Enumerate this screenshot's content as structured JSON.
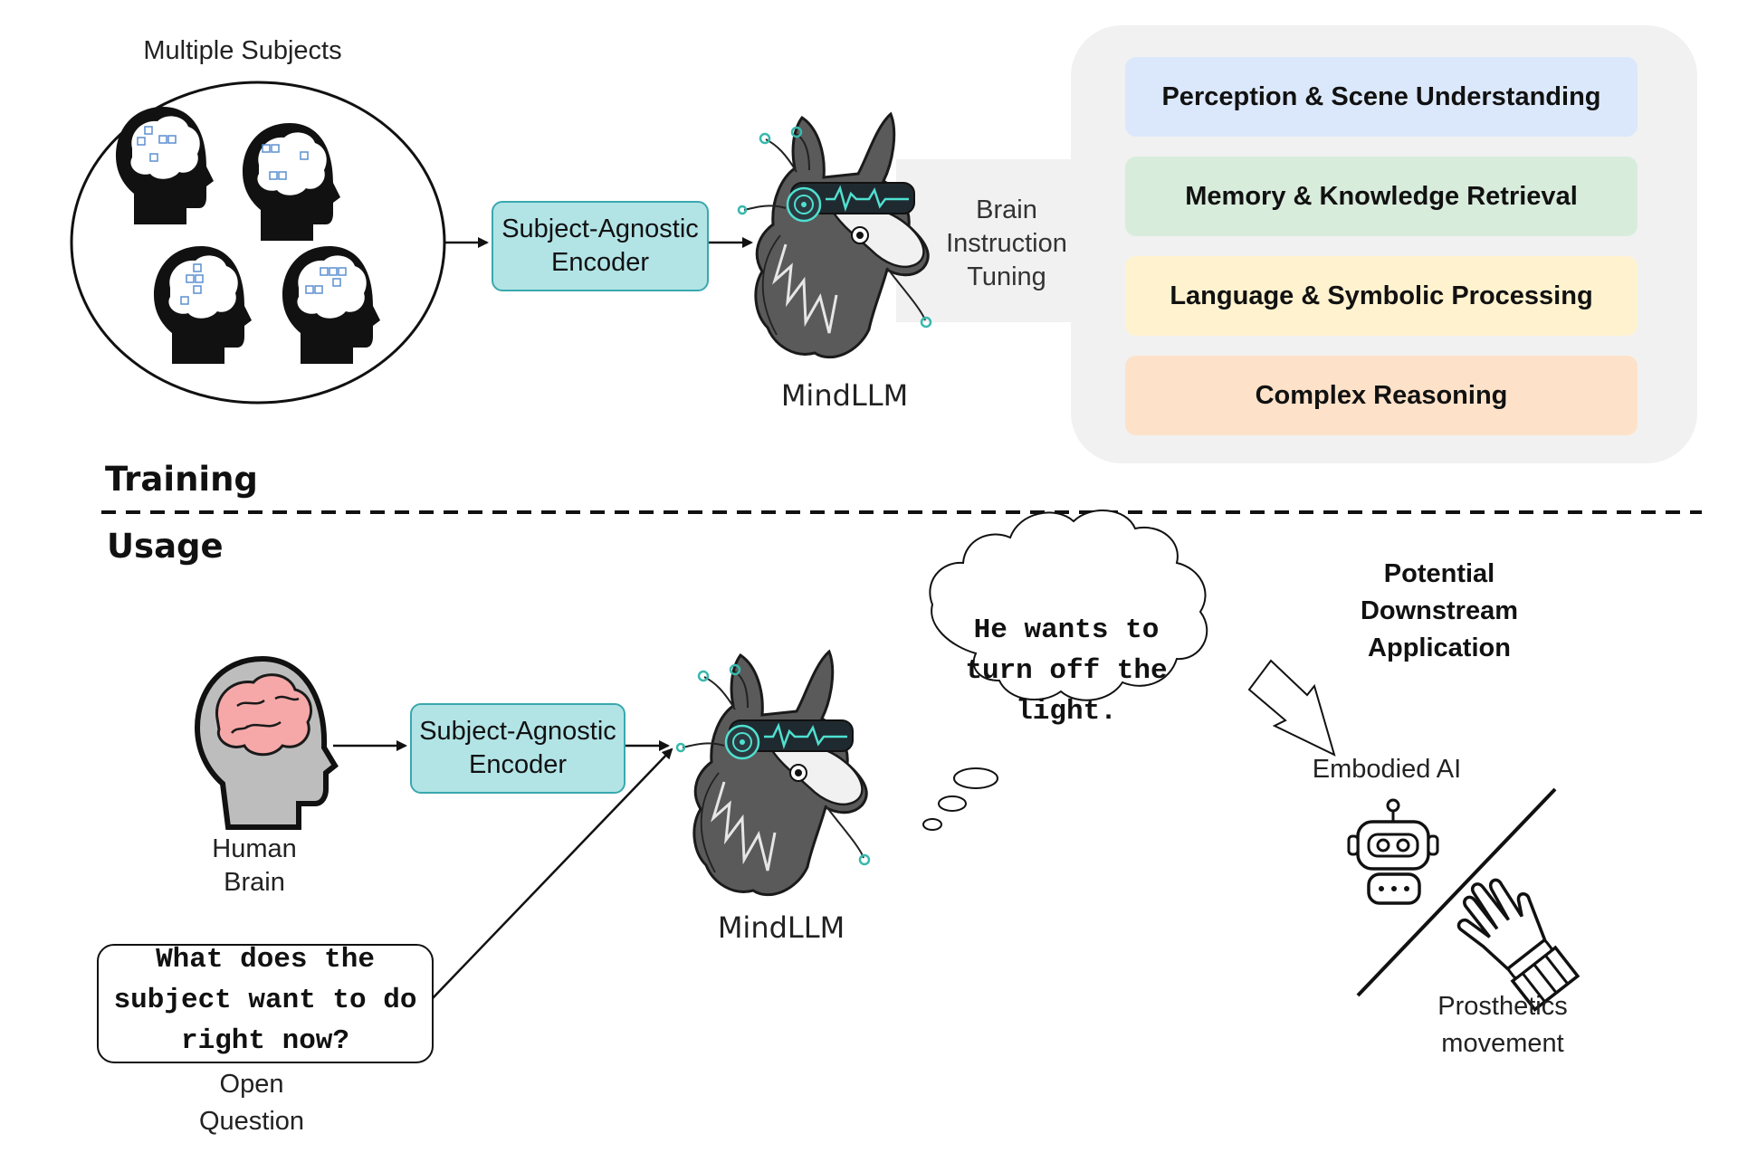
{
  "training": {
    "section_label": "Training",
    "subjects_label": "Multiple Subjects",
    "encoder_label": "Subject-Agnostic Encoder",
    "model_label": "MindLLM",
    "tuning_label": "Brain Instruction Tuning",
    "tasks": [
      {
        "label": "Perception & Scene Understanding",
        "color": "#dbe8fb"
      },
      {
        "label": "Memory & Knowledge Retrieval",
        "color": "#d8ecdc"
      },
      {
        "label": "Language & Symbolic Processing",
        "color": "#fff2cf"
      },
      {
        "label": "Complex Reasoning",
        "color": "#fde2c9"
      }
    ]
  },
  "usage": {
    "section_label": "Usage",
    "brain_label": "Human Brain",
    "encoder_label": "Subject-Agnostic Encoder",
    "model_label": "MindLLM",
    "question_text": "What does the subject want to do right now?",
    "question_label": "Open Question",
    "thought_text": "He wants to turn off the light.",
    "downstream_title": "Potential Downstream Application",
    "embodied_label": "Embodied AI",
    "prosthetics_label": "Prosthetics movement"
  },
  "icons": [
    "brain-head-icon",
    "llama-icon",
    "robot-icon",
    "prosthetic-arm-icon",
    "thought-bubble-icon"
  ]
}
